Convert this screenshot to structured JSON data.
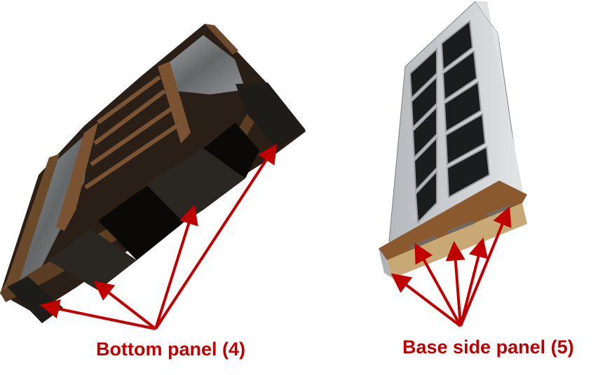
{
  "labels": {
    "bottom_panel": "Bottom panel (4)",
    "base_side_panel": "Base side panel (5)"
  },
  "colors": {
    "annotation_red": "#c00000",
    "wood_frame": "#6b4a2b",
    "dark_panel": "#1e1c18",
    "glass": "#8c9294",
    "gray_cabinet": "#c4c6ca",
    "particle_board": "#c8a874"
  },
  "figures": [
    {
      "name": "dark-wood-bookcase-bottom-view",
      "callout_count": 4
    },
    {
      "name": "gray-bookcase-base-view",
      "callout_count": 5
    }
  ]
}
